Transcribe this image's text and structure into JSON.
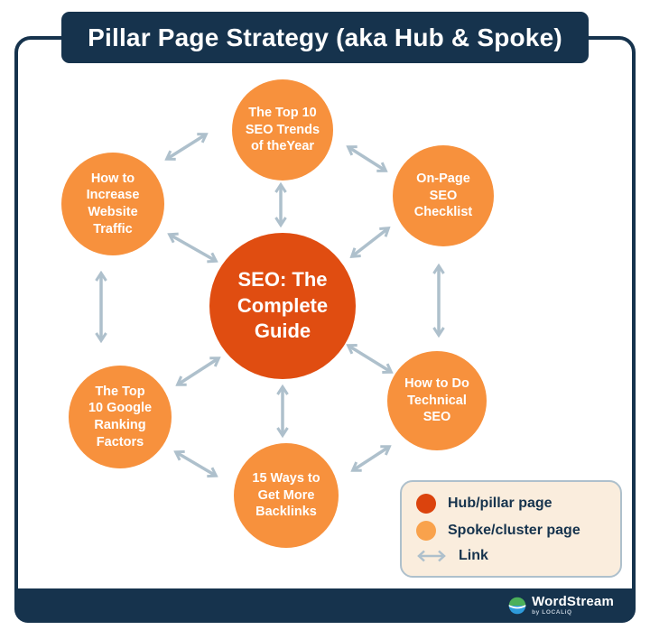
{
  "title": "Pillar Page Strategy (aka Hub & Spoke)",
  "colors": {
    "navy": "#16334D",
    "hub": "#E04D11",
    "spoke": "#F7913D",
    "arrow": "#AEC0CC",
    "legend_background": "#FAEDDD",
    "legend_border": "#AEC0CC",
    "legend_hub_dot": "#DB430D",
    "legend_spoke_dot": "#F9A24C"
  },
  "diagram": {
    "hub": {
      "id": "hub",
      "label": "SEO: The\nComplete\nGuide"
    },
    "spokes": [
      {
        "id": "top",
        "label": "The Top 10\nSEO Trends\nof theYear"
      },
      {
        "id": "upper-right",
        "label": "On-Page\nSEO\nChecklist"
      },
      {
        "id": "lower-right",
        "label": "How to Do\nTechnical\nSEO"
      },
      {
        "id": "bottom",
        "label": "15 Ways to\nGet More\nBacklinks"
      },
      {
        "id": "lower-left",
        "label": "The Top\n10 Google\nRanking\nFactors"
      },
      {
        "id": "upper-left",
        "label": "How to\nIncrease\nWebsite\nTraffic"
      }
    ],
    "links": [
      {
        "from": "hub",
        "to": "top"
      },
      {
        "from": "hub",
        "to": "upper-left"
      },
      {
        "from": "hub",
        "to": "upper-right"
      },
      {
        "from": "hub",
        "to": "lower-left"
      },
      {
        "from": "hub",
        "to": "lower-right"
      },
      {
        "from": "hub",
        "to": "bottom"
      },
      {
        "from": "upper-left",
        "to": "top"
      },
      {
        "from": "top",
        "to": "upper-right"
      },
      {
        "from": "upper-right",
        "to": "lower-right"
      },
      {
        "from": "lower-right",
        "to": "bottom"
      },
      {
        "from": "bottom",
        "to": "lower-left"
      },
      {
        "from": "lower-left",
        "to": "upper-left"
      }
    ]
  },
  "legend": {
    "items": [
      {
        "swatch": "hub-dot",
        "label": "Hub/pillar page"
      },
      {
        "swatch": "spoke-dot",
        "label": "Spoke/cluster page"
      },
      {
        "swatch": "link-arrow",
        "label": "Link"
      }
    ]
  },
  "footer": {
    "brand": "WordStream",
    "byline": "by LOCALiQ"
  }
}
